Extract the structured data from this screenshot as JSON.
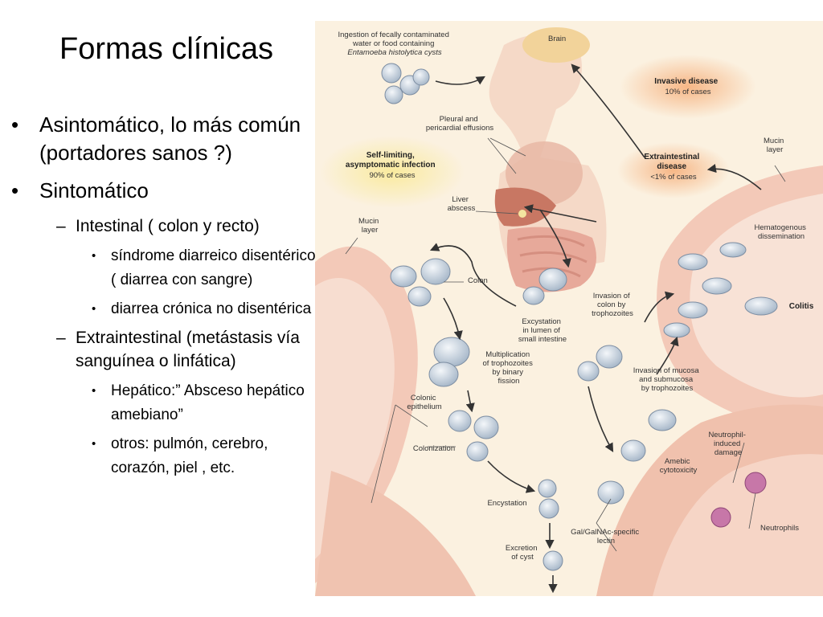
{
  "slide": {
    "title": "Formas clínicas",
    "bullets": [
      {
        "text": "Asintomático, lo más común (portadores sanos ?)"
      },
      {
        "text": "Sintomático"
      }
    ],
    "intestinal": {
      "label": "Intestinal ( colon y recto)",
      "items": [
        " síndrome diarreico disentérico ( diarrea con sangre)",
        "diarrea crónica no disentérica"
      ]
    },
    "extraintestinal": {
      "label": "Extraintestinal (metástasis vía sanguínea o linfática)",
      "items": [
        "Hepático:” Absceso hepático amebiano”",
        "otros: pulmón, cerebro, corazón, piel ,  etc."
      ]
    },
    "markers": {
      "level1": "•",
      "level2": "–",
      "level3": "•"
    }
  },
  "figure": {
    "labels": {
      "ingestion": [
        "Ingestion of fecally contaminated",
        "water or food containing",
        "Entamoeba histolytica cysts"
      ],
      "brain": "Brain",
      "invasive": [
        "Invasive disease",
        "10% of cases"
      ],
      "pleural": [
        "Pleural and",
        "pericardial effusions"
      ],
      "self_limiting": [
        "Self-limiting,",
        "asymptomatic infection",
        "90% of cases"
      ],
      "extraintestinal": [
        "Extraintestinal",
        "disease",
        "<1% of cases"
      ],
      "mucin_right": [
        "Mucin",
        "layer"
      ],
      "liver": [
        "Liver",
        "abscess"
      ],
      "mucin_left": [
        "Mucin",
        "layer"
      ],
      "hematogenous": [
        "Hematogenous",
        "dissemination"
      ],
      "colon": "Colon",
      "invasion_colon": [
        "Invasion of",
        "colon by",
        "trophozoites"
      ],
      "colitis": "Colitis",
      "excystation": [
        "Excystation",
        "in lumen of",
        "small intestine"
      ],
      "multiplication": [
        "Multiplication",
        "of trophozoites",
        "by binary",
        "fission"
      ],
      "invasion_mucosa": [
        "Invasion of mucosa",
        "and submucosa",
        "by trophozoites"
      ],
      "colonic_epithelium": [
        "Colonic",
        "epithelium"
      ],
      "neutrophil_damage": [
        "Neutrophil-",
        "induced",
        "damage"
      ],
      "colonization": "Colonization",
      "amebic": [
        "Amebic",
        "cytotoxicity"
      ],
      "encystation": "Encystation",
      "lectin": [
        "Gal/GalNAc-specific",
        "lectin"
      ],
      "neutrophils": "Neutrophils",
      "excretion": [
        "Excretion",
        "of cyst"
      ]
    },
    "colors": {
      "background": "#fbf1e0",
      "tissue": "#f3c9b8",
      "organ": "#e7a99a",
      "cell": "#c9d6e3",
      "arrow": "#333333",
      "highlight_yellow": "#f9ea9a",
      "highlight_orange": "#f6b07c"
    }
  }
}
